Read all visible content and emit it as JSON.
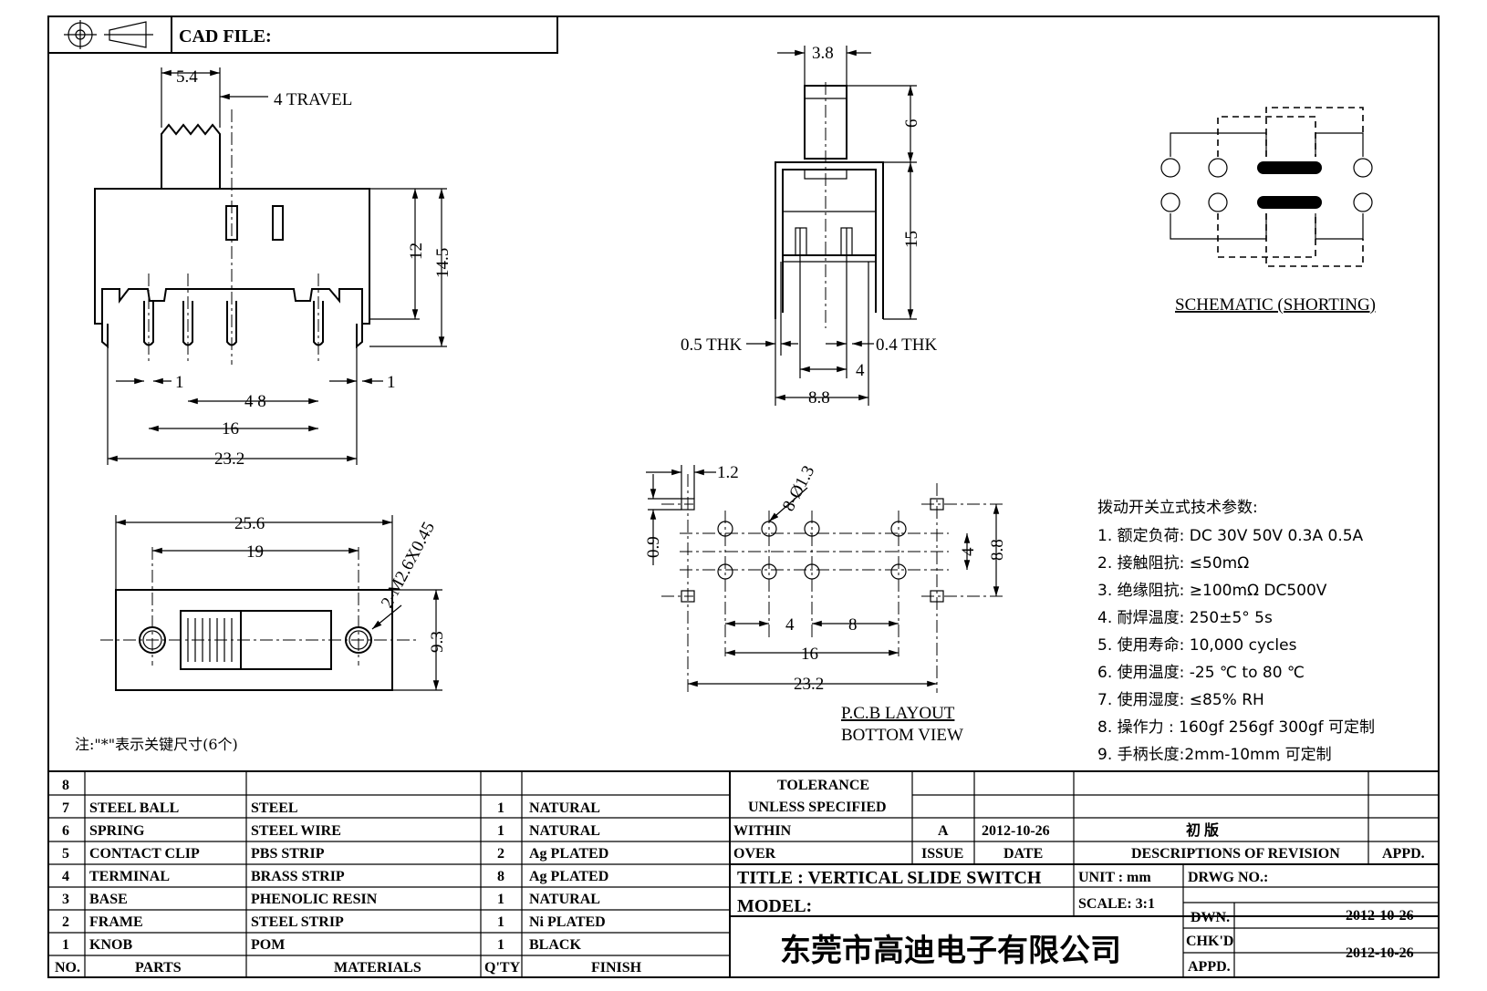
{
  "header": {
    "cad_file_label": "CAD FILE:"
  },
  "side_view": {
    "d_5_4": "5.4",
    "d_travel": "4 TRAVEL",
    "d_12": "12",
    "d_14_5": "14.5",
    "d_1_left": "1",
    "d_1_right": "1",
    "d_4_8": "4 8",
    "d_16": "16",
    "d_23_2": "23.2"
  },
  "front_view": {
    "d_3_8": "3.8",
    "d_6": "6",
    "d_15": "15",
    "d_0_5thk": "0.5 THK",
    "d_0_4thk": "0.4 THK",
    "d_4": "4",
    "d_8_8": "8.8"
  },
  "top_view": {
    "d_25_6": "25.6",
    "d_19": "19",
    "d_screw": "2-M2.6X0.45",
    "d_9_3": "9.3"
  },
  "schematic": {
    "caption": "SCHEMATIC (SHORTING)"
  },
  "pcb": {
    "d_1_2": "1.2",
    "d_holes": "8-Ø1.3",
    "d_0_9": "0.9",
    "d_4": "4",
    "d_8_8": "8.8",
    "d_4b": "4",
    "d_8": "8",
    "d_16": "16",
    "d_23_2": "23.2",
    "caption1": "P.C.B LAYOUT",
    "caption2": "BOTTOM VIEW"
  },
  "specs": {
    "title": "拨动开关立式技术参数:",
    "items": [
      "1.  额定负荷: DC 30V    50V    0.3A    0.5A",
      "2.  接触阻抗: ≤50mΩ",
      "3.  绝缘阻抗: ≥100mΩ   DC500V",
      "4.  耐焊温度: 250±5°  5s",
      "5.  使用寿命: 10,000 cycles",
      "6.  使用温度: -25  ℃  to 80  ℃",
      "7.  使用湿度: ≤85% RH",
      "8.  操作力 : 160gf    256gf    300gf   可定制",
      "9.  手柄长度:2mm-10mm   可定制"
    ]
  },
  "note": "注:\"*\"表示关键尺寸(6个)",
  "bom": {
    "rows": [
      {
        "no": "8",
        "part": "",
        "material": "",
        "qty": "",
        "finish": ""
      },
      {
        "no": "7",
        "part": "STEEL BALL",
        "material": "STEEL",
        "qty": "1",
        "finish": "NATURAL"
      },
      {
        "no": "6",
        "part": "SPRING",
        "material": "STEEL WIRE",
        "qty": "1",
        "finish": "NATURAL"
      },
      {
        "no": "5",
        "part": "CONTACT CLIP",
        "material": "PBS STRIP",
        "qty": "2",
        "finish": "Ag PLATED"
      },
      {
        "no": "4",
        "part": "TERMINAL",
        "material": "BRASS STRIP",
        "qty": "8",
        "finish": "Ag PLATED"
      },
      {
        "no": "3",
        "part": "BASE",
        "material": "PHENOLIC RESIN",
        "qty": "1",
        "finish": "NATURAL"
      },
      {
        "no": "2",
        "part": "FRAME",
        "material": "STEEL STRIP",
        "qty": "1",
        "finish": "Ni PLATED"
      },
      {
        "no": "1",
        "part": "KNOB",
        "material": "POM",
        "qty": "1",
        "finish": "BLACK"
      }
    ],
    "headers": {
      "no": "NO.",
      "part": "PARTS",
      "material": "MATERIALS",
      "qty": "Q'TY",
      "finish": "FINISH"
    }
  },
  "title_block": {
    "tolerance": "TOLERANCE",
    "unless": "UNLESS   SPECIFIED",
    "within": "WITHIN",
    "over": "OVER",
    "issue_val": "A",
    "date_val": "2012-10-26",
    "desc_val": "初  版",
    "issue_hdr": "ISSUE",
    "date_hdr": "DATE",
    "desc_hdr": "DESCRIPTIONS  OF  REVISION",
    "appd_hdr": "APPD.",
    "title": "TITLE :   VERTICAL  SLIDE  SWITCH",
    "unit": "UNIT :   mm",
    "drwg": "DRWG  NO.:",
    "model": "MODEL:",
    "scale": "SCALE:   3:1",
    "dwn": "DWN.",
    "dwn_date": "2012-10-26",
    "chkd": "CHK'D",
    "chkd_date": "2012-10-26",
    "appd": "APPD.",
    "company": "东莞市高迪电子有限公司"
  }
}
